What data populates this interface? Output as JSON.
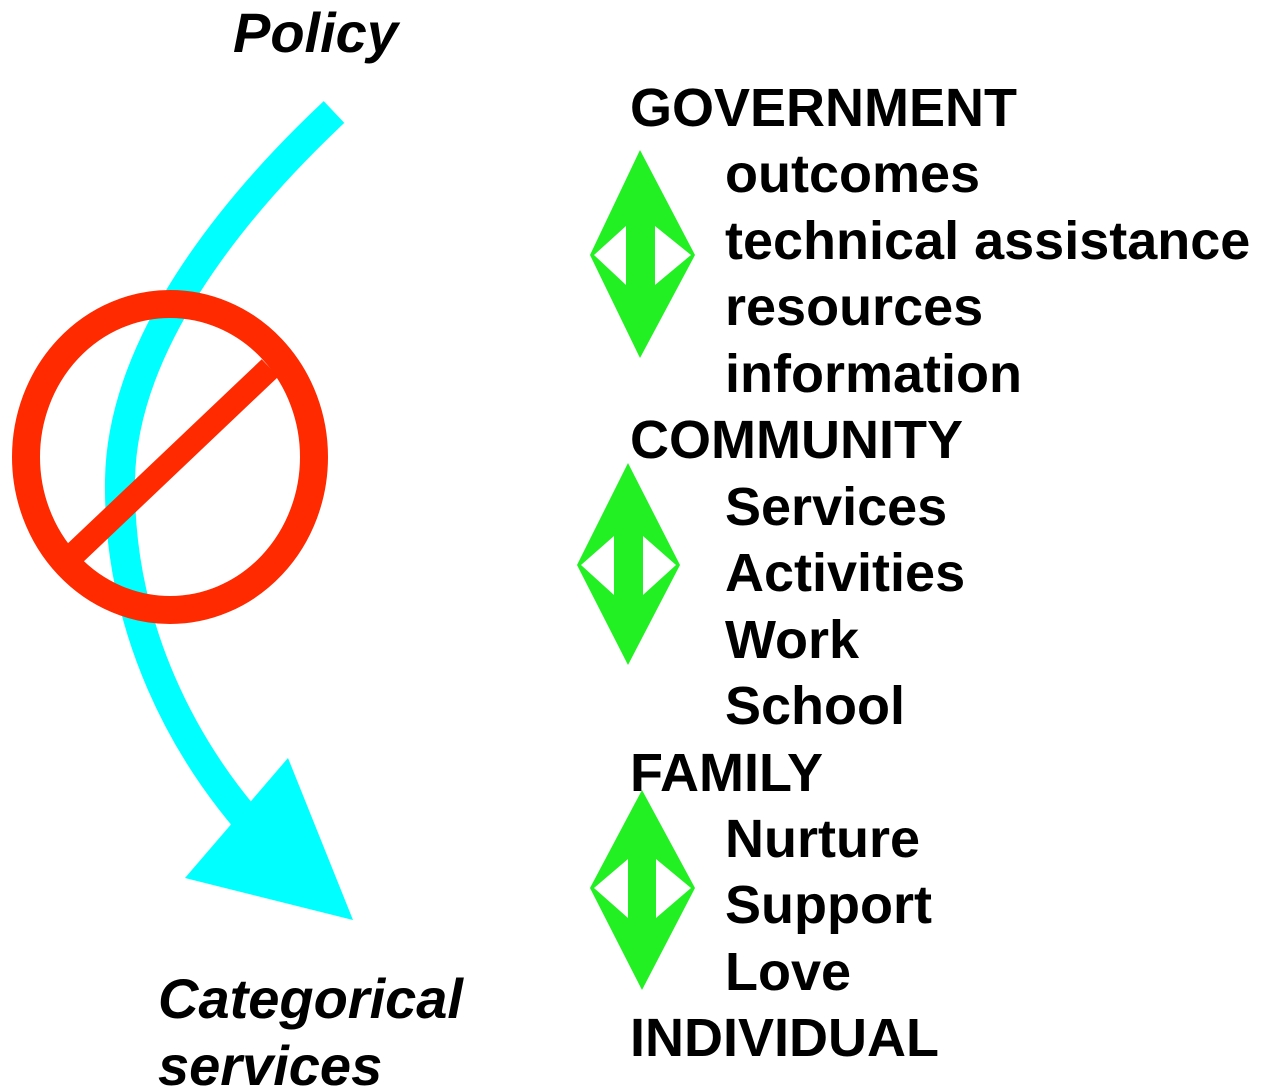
{
  "diagram": {
    "top_label": "Policy",
    "bottom_label": {
      "line1": "Categorical",
      "line2": "services"
    },
    "levels": [
      {
        "label": "GOVERNMENT",
        "items": [
          "outcomes",
          "technical assistance",
          "resources",
          "information"
        ]
      },
      {
        "label": "COMMUNITY",
        "items": [
          "Services",
          "Activities",
          "Work",
          "School"
        ]
      },
      {
        "label": "FAMILY",
        "items": [
          "Nurture",
          "Support",
          "Love"
        ]
      }
    ],
    "final_level": "INDIVIDUAL"
  },
  "colors": {
    "curved_arrow": "#00ffff",
    "prohibition_sign": "#ff2a00",
    "double_arrows": "#22f022",
    "text": "#000000",
    "background": "#ffffff"
  },
  "icons": {
    "curved_arrow": "curved-arrow-icon",
    "prohibition": "prohibition-icon",
    "double_arrow": "double-arrow-icon"
  }
}
